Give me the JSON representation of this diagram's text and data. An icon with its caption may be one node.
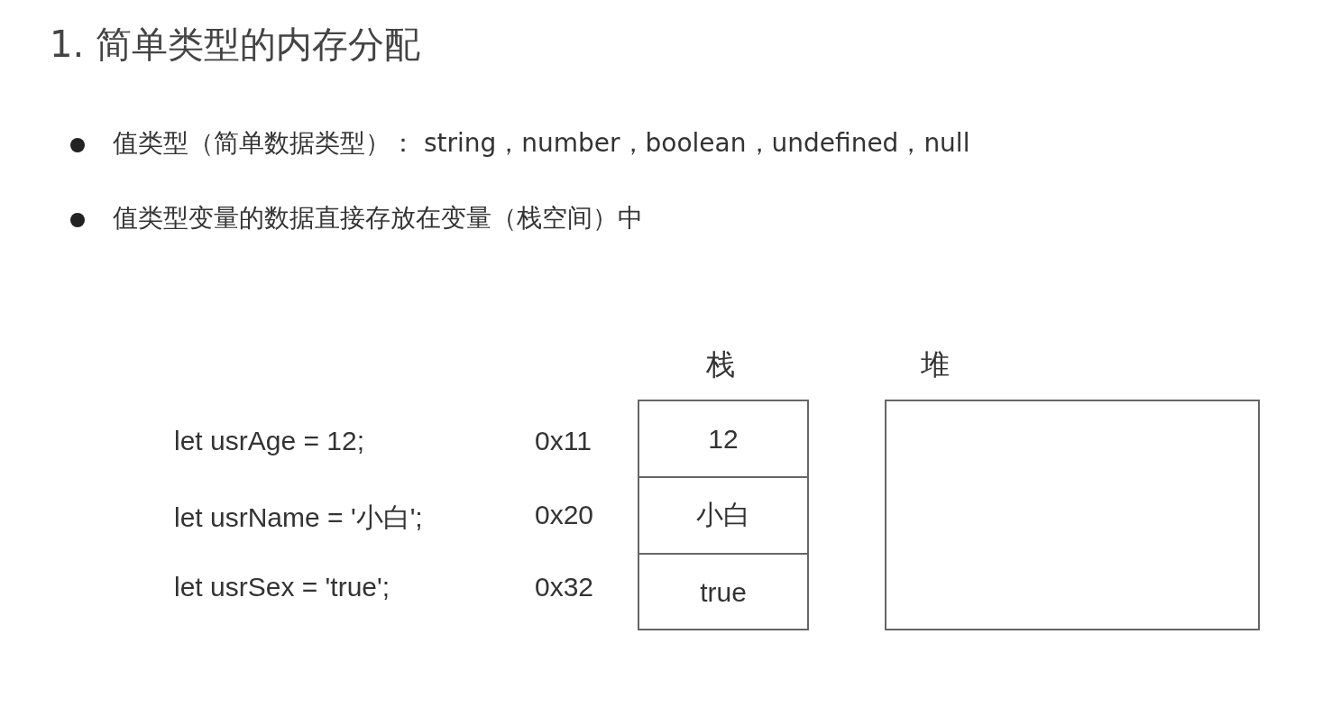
{
  "diagram": {
    "title": "1. 简单类型的内存分配",
    "nodes": [
      {
        "text": [
          "栈"
        ]
      },
      {
        "text": [
          "12"
        ],
        "in": 0
      },
      {
        "text": [
          "小白"
        ],
        "in": 0
      },
      {
        "text": [
          "true"
        ],
        "in": 0
      },
      {
        "text": [
          "堆"
        ]
      }
    ],
    "labels": [
      "值类型（简单数据类型）： string，number，boolean，undefined，null",
      "值类型变量的数据直接存放在变量（栈空间）中",
      "let  usrAge = 12;",
      "0x11",
      "let  usrName = '小白';",
      "0x20",
      "let  usrSex = 'true';",
      "0x32"
    ]
  }
}
